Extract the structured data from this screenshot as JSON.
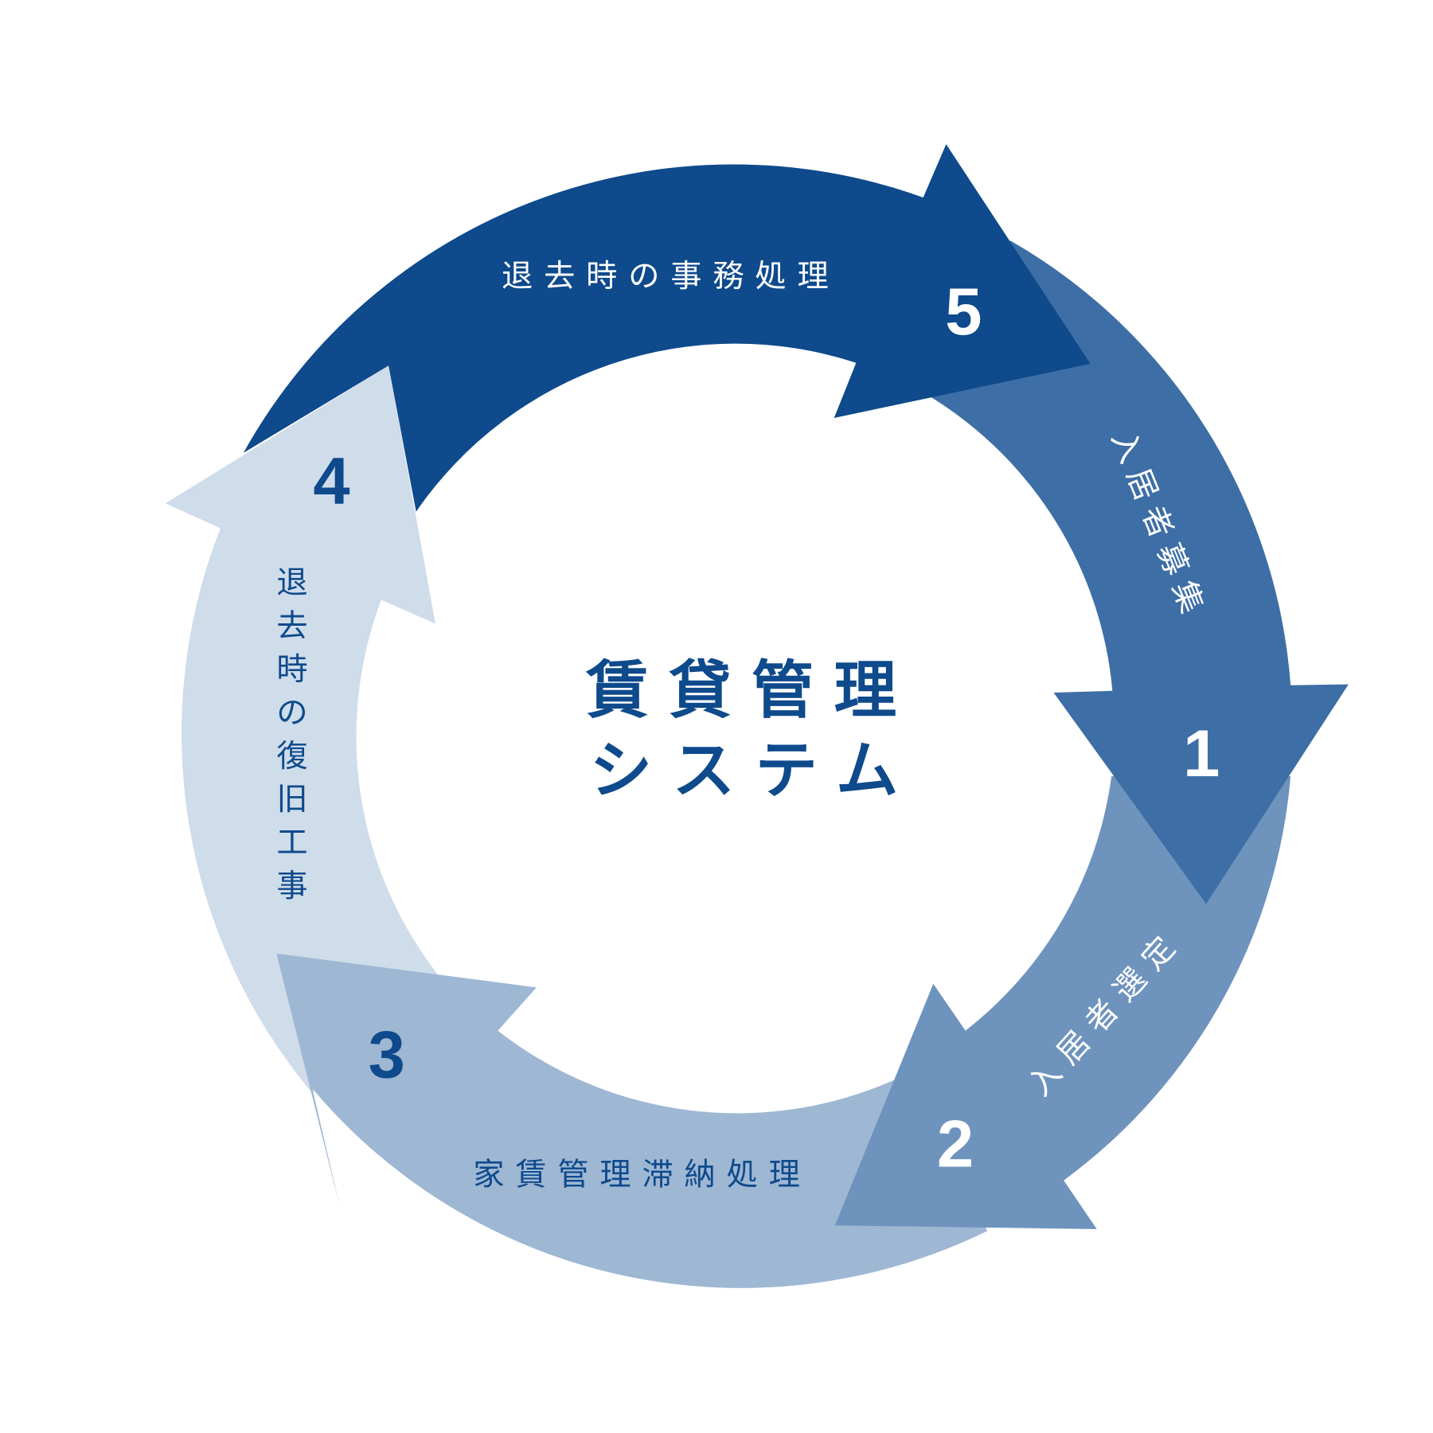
{
  "title": {
    "line1": "賃貸管理",
    "line2": "システム"
  },
  "steps": [
    {
      "number": "1",
      "label": "入居者募集",
      "color": "#3d6ea6"
    },
    {
      "number": "2",
      "label": "入居者選定",
      "color": "#6e93bd"
    },
    {
      "number": "3",
      "label": "家賃管理滞納処理",
      "color": "#9eb7d3"
    },
    {
      "number": "4",
      "label": "退去時の復旧工事",
      "color": "#cfdcea"
    },
    {
      "number": "5",
      "label": "退去時の事務処理",
      "color": "#0e4a8c"
    }
  ],
  "colors": {
    "dark_text": "#0e4a8c",
    "light_text": "#ffffff"
  }
}
